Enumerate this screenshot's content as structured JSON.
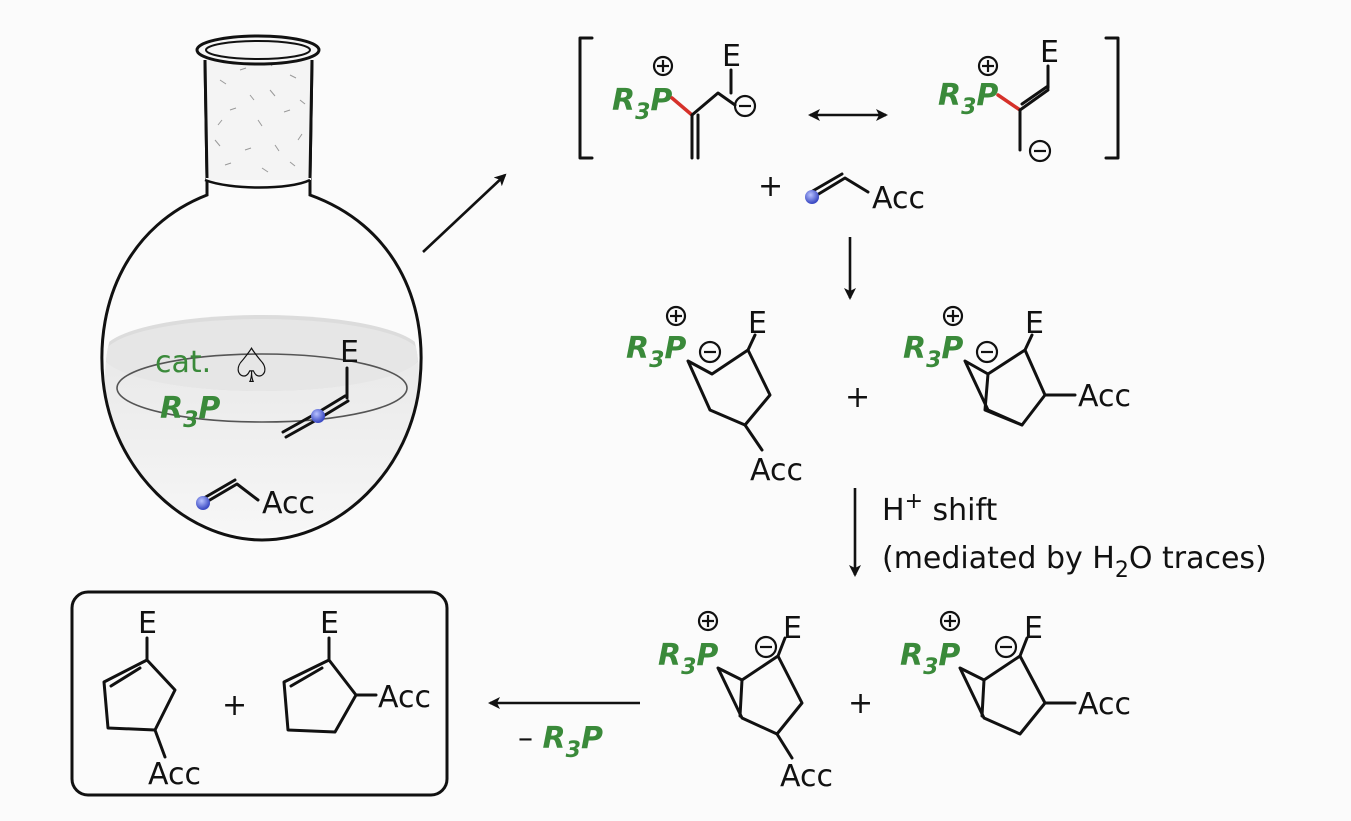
{
  "labels": {
    "E": "E",
    "acc": "Acc",
    "plus": "+",
    "cat": "cat.",
    "r3p": "R3P",
    "r3p_r": "R",
    "r3p_sub": "3",
    "r3p_p": "P",
    "hshift_line1_a": "H",
    "hshift_line1_sup": "+",
    "hshift_line1_b": " shift",
    "hshift_line2_a": "(mediated by H",
    "hshift_line2_sub": "2",
    "hshift_line2_b": "O traces)",
    "minus_sign": "– ",
    "spade_symbol": "♤"
  },
  "colors": {
    "green": "#3a8a3a",
    "red_bond": "#d6312a",
    "blue_atom": "#4a5ad0"
  },
  "icons": [
    "round-bottom-flask-icon",
    "spade-icon",
    "resonance-arrow-icon"
  ]
}
